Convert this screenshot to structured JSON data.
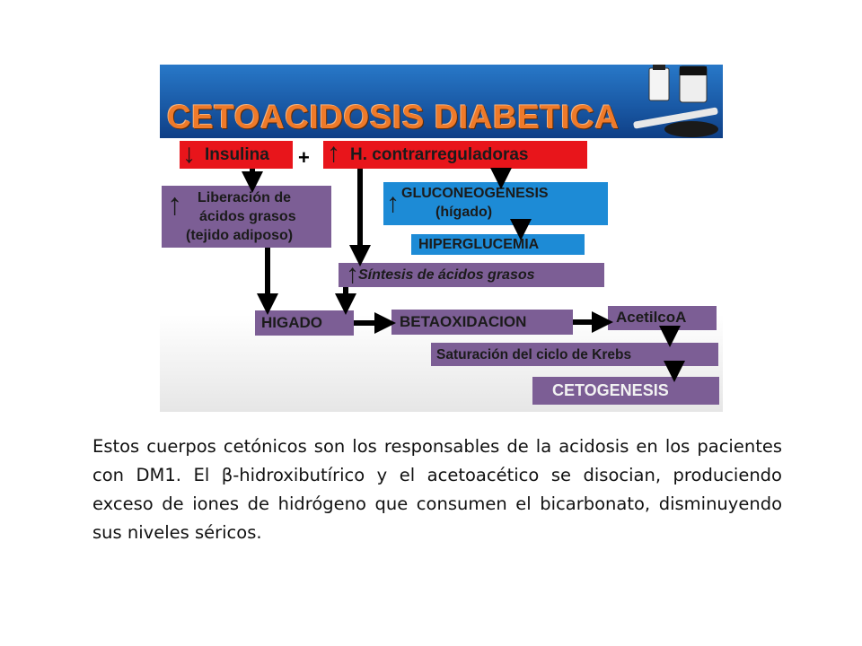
{
  "diagram": {
    "title": "CETOACIDOSIS DIABETICA",
    "plus_sign": "+",
    "up_arrow": "↑",
    "down_arrow": "↓",
    "nodes": {
      "insulina": "Insulina",
      "contrarreguladoras": "H. contrarreguladoras",
      "liberacion_line1": "Liberación de",
      "liberacion_line2": "ácidos grasos",
      "liberacion_line3": "(tejido adiposo)",
      "gluconeogenesis_line1": "GLUCONEOGENESIS",
      "gluconeogenesis_line2": "(hígado)",
      "hiperglucemia": "HIPERGLUCEMIA",
      "sintesis": "Síntesis de ácidos grasos",
      "higado": "HIGADO",
      "betaoxidacion": "BETAOXIDACION",
      "acetilcoa": "AcetilcoA",
      "saturacion": "Saturación del ciclo de Krebs",
      "cetogenesis": "CETOGENESIS"
    },
    "colors": {
      "banner": "#1a5aa6",
      "title": "#ee7a2a",
      "red_box": "#e8151b",
      "purple_box": "#7c5e95",
      "blue_box": "#1d8bd6",
      "arrow": "#000000"
    }
  },
  "caption": "Estos cuerpos cetónicos son los responsables de la acidosis en los pacientes con DM1. El β-hidroxibutírico y el acetoacético se disocian, produciendo exceso de iones de hidrógeno que consumen el bicarbonato, disminuyendo sus niveles séricos."
}
